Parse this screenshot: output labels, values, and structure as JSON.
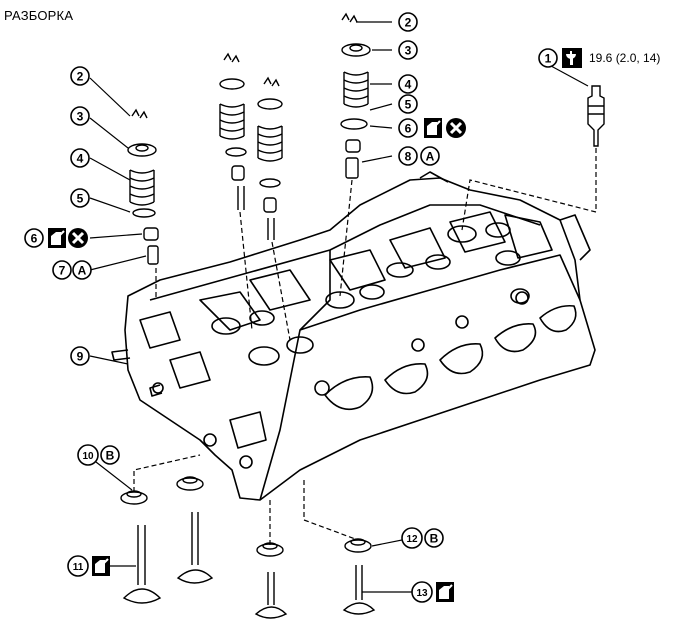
{
  "header": {
    "title": "РАЗБОРКА"
  },
  "torque_spec": "19.6 (2.0, 14)",
  "callouts": [
    {
      "id": "c1",
      "number": "1"
    },
    {
      "id": "c2a",
      "number": "2"
    },
    {
      "id": "c2b",
      "number": "2"
    },
    {
      "id": "c3a",
      "number": "3"
    },
    {
      "id": "c3b",
      "number": "3"
    },
    {
      "id": "c4a",
      "number": "4"
    },
    {
      "id": "c4b",
      "number": "4"
    },
    {
      "id": "c5a",
      "number": "5"
    },
    {
      "id": "c5b",
      "number": "5"
    },
    {
      "id": "c6a",
      "number": "6"
    },
    {
      "id": "c6b",
      "number": "6"
    },
    {
      "id": "c7",
      "number": "7"
    },
    {
      "id": "c8",
      "number": "8"
    },
    {
      "id": "c9",
      "number": "9"
    },
    {
      "id": "c10",
      "number": "10"
    },
    {
      "id": "c11",
      "number": "11"
    },
    {
      "id": "c12",
      "number": "12"
    },
    {
      "id": "c13",
      "number": "13"
    }
  ],
  "letter_marks": [
    {
      "id": "A1",
      "letter": "A"
    },
    {
      "id": "A2",
      "letter": "A"
    },
    {
      "id": "B1",
      "letter": "B"
    },
    {
      "id": "B2",
      "letter": "B"
    }
  ],
  "icons": {
    "torque": "wrench-torque-icon",
    "oil": "oil-can-icon",
    "replace": "do-not-reuse-icon"
  }
}
